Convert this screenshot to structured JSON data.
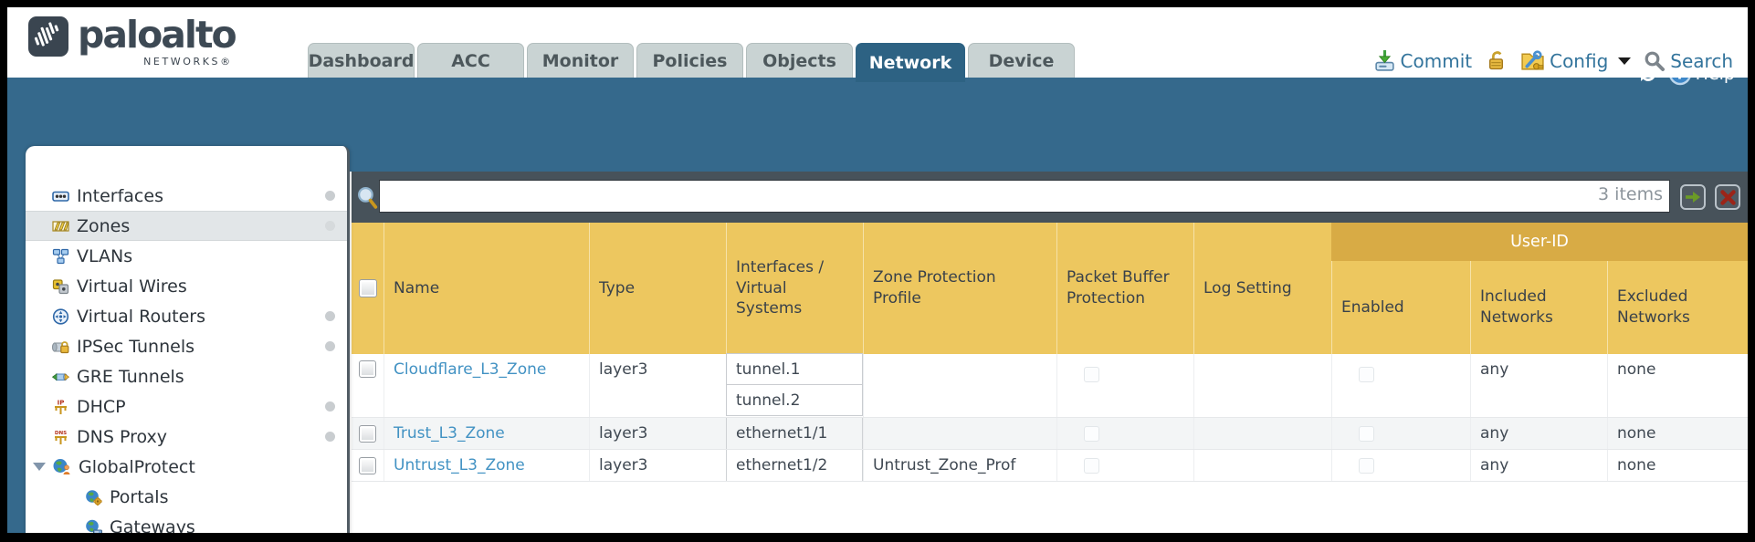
{
  "colors": {
    "band_teal": "#35698c",
    "tab_active": "#2d6283",
    "filter_bar_gray": "#47525a",
    "header_gold": "#edc75f",
    "userid_band_gold": "#d8ab45",
    "link_blue": "#4292c3"
  },
  "brand": {
    "name": "paloalto",
    "subtitle": "NETWORKS®"
  },
  "nav": {
    "tabs": [
      {
        "label": "Dashboard",
        "active": false
      },
      {
        "label": "ACC",
        "active": false
      },
      {
        "label": "Monitor",
        "active": false
      },
      {
        "label": "Policies",
        "active": false
      },
      {
        "label": "Objects",
        "active": false
      },
      {
        "label": "Network",
        "active": true
      },
      {
        "label": "Device",
        "active": false
      }
    ]
  },
  "header_actions": {
    "commit": "Commit",
    "config": "Config",
    "search": "Search"
  },
  "band": {
    "help": "Help"
  },
  "filter_bar": {
    "value": "",
    "count": "3 items"
  },
  "sidebar": {
    "items": [
      {
        "label": "Interfaces",
        "dot": true,
        "selected": false,
        "indent": false
      },
      {
        "label": "Zones",
        "dot": true,
        "selected": true,
        "indent": false
      },
      {
        "label": "VLANs",
        "dot": false,
        "selected": false,
        "indent": false
      },
      {
        "label": "Virtual Wires",
        "dot": false,
        "selected": false,
        "indent": false
      },
      {
        "label": "Virtual Routers",
        "dot": true,
        "selected": false,
        "indent": false
      },
      {
        "label": "IPSec Tunnels",
        "dot": true,
        "selected": false,
        "indent": false
      },
      {
        "label": "GRE Tunnels",
        "dot": false,
        "selected": false,
        "indent": false
      },
      {
        "label": "DHCP",
        "dot": true,
        "selected": false,
        "indent": false
      },
      {
        "label": "DNS Proxy",
        "dot": true,
        "selected": false,
        "indent": false
      },
      {
        "label": "GlobalProtect",
        "dot": false,
        "selected": false,
        "indent": false,
        "expanded": true
      },
      {
        "label": "Portals",
        "dot": false,
        "selected": false,
        "indent": true
      },
      {
        "label": "Gateways",
        "dot": false,
        "selected": false,
        "indent": true
      }
    ]
  },
  "table": {
    "group_header": "User-ID",
    "columns": {
      "name": "Name",
      "type": "Type",
      "interfaces": "Interfaces / Virtual Systems",
      "zone_protection_profile": "Zone Protection Profile",
      "packet_buffer_protection": "Packet Buffer Protection",
      "log_setting": "Log Setting",
      "enabled": "Enabled",
      "included_networks": "Included Networks",
      "excluded_networks": "Excluded Networks"
    },
    "rows": [
      {
        "name": "Cloudflare_L3_Zone",
        "type": "layer3",
        "interfaces": [
          "tunnel.1",
          "tunnel.2"
        ],
        "zone_protection_profile": "",
        "log_setting": "",
        "included_networks": "any",
        "excluded_networks": "none"
      },
      {
        "name": "Trust_L3_Zone",
        "type": "layer3",
        "interfaces": [
          "ethernet1/1"
        ],
        "zone_protection_profile": "",
        "log_setting": "",
        "included_networks": "any",
        "excluded_networks": "none"
      },
      {
        "name": "Untrust_L3_Zone",
        "type": "layer3",
        "interfaces": [
          "ethernet1/2"
        ],
        "zone_protection_profile": "Untrust_Zone_Prof",
        "log_setting": "",
        "included_networks": "any",
        "excluded_networks": "none"
      }
    ]
  }
}
